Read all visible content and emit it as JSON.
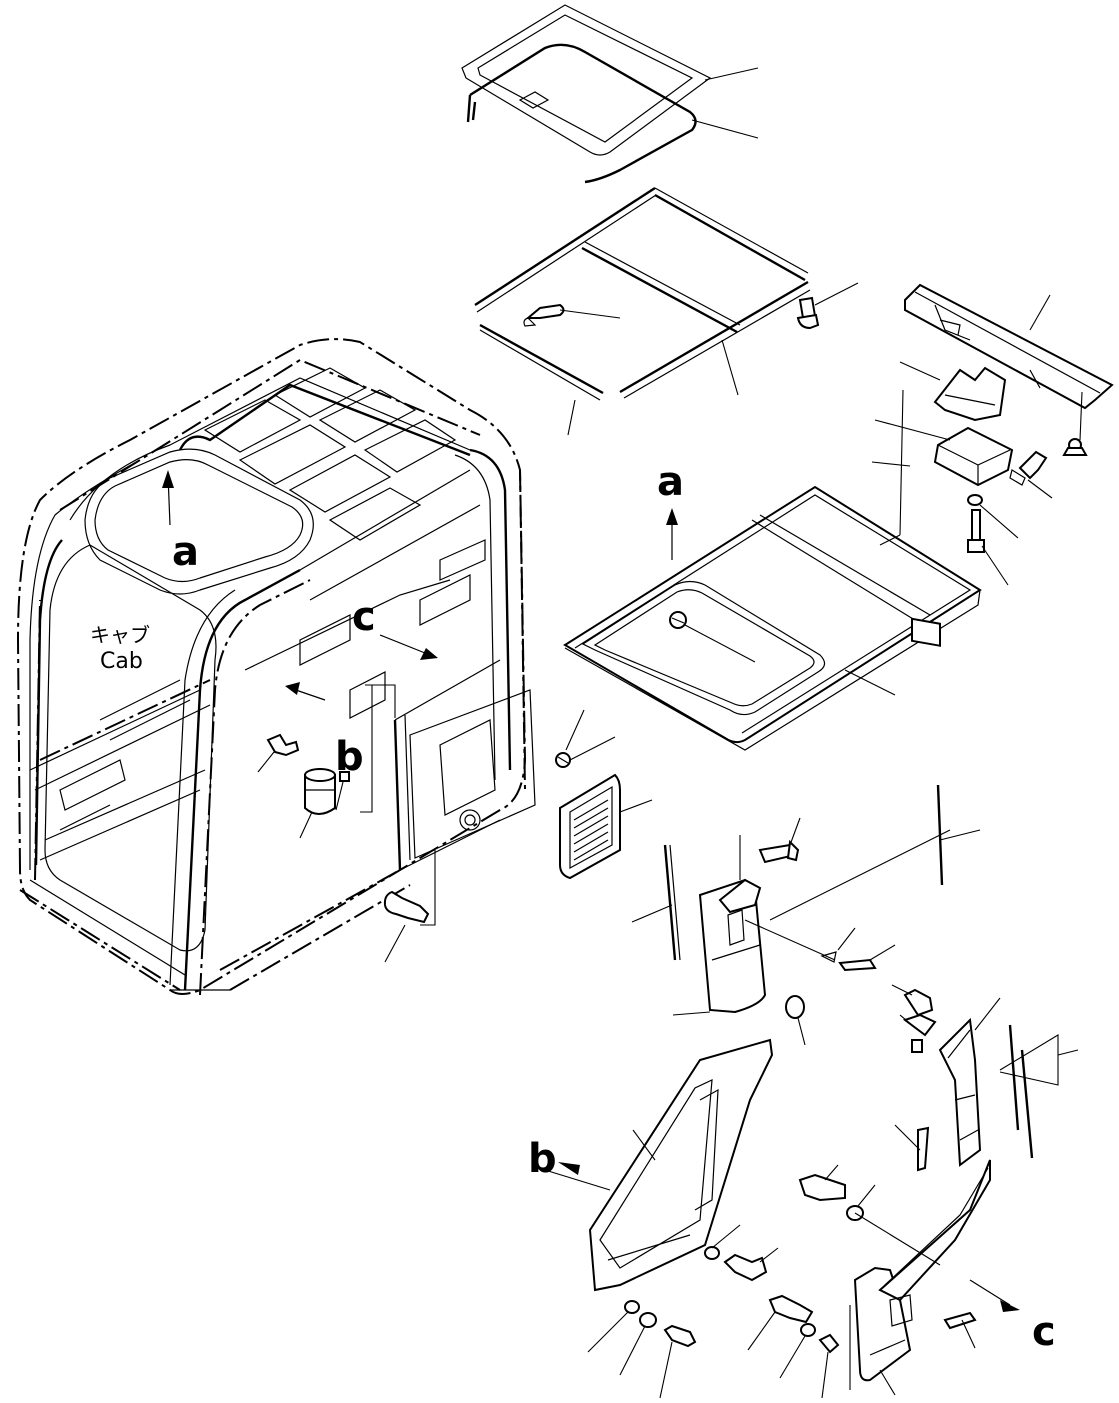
{
  "diagram": {
    "cab_label_jp": "キャブ",
    "cab_label_en": "Cab",
    "refs": {
      "a": "a",
      "b": "b",
      "c": "c"
    }
  }
}
